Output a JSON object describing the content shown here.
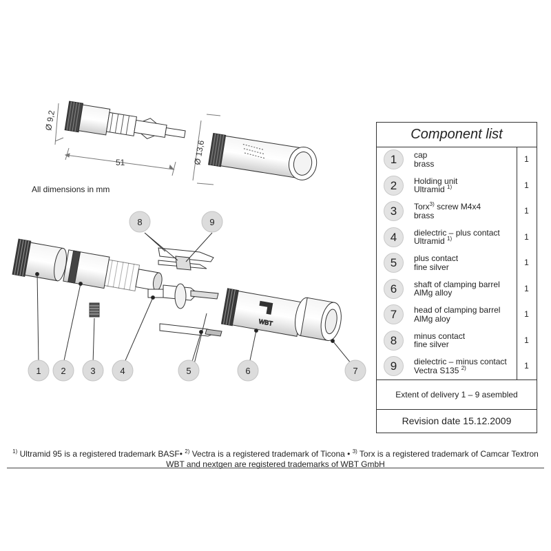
{
  "dimensions": {
    "note": "All dimensions in mm",
    "diameter_small": "Ø 9,2",
    "length": "51",
    "diameter_large": "Ø 13,6"
  },
  "callouts": [
    "1",
    "2",
    "3",
    "4",
    "5",
    "6",
    "7",
    "8",
    "9"
  ],
  "component_list": {
    "title": "Component list",
    "items": [
      {
        "num": "1",
        "line1": "cap",
        "sup1": "",
        "line2": "brass",
        "sup2": "",
        "qty": "1"
      },
      {
        "num": "2",
        "line1": "Holding unit",
        "sup1": "",
        "line2": "Ultramid",
        "sup2": "1)",
        "qty": "1"
      },
      {
        "num": "3",
        "line1": "Torx",
        "sup1": "3)",
        "line1b": " screw M4x4",
        "line2": "brass",
        "sup2": "",
        "qty": "1"
      },
      {
        "num": "4",
        "line1": "dielectric – plus contact",
        "sup1": "",
        "line2": "Ultramid",
        "sup2": "1)",
        "qty": "1"
      },
      {
        "num": "5",
        "line1": "plus contact",
        "sup1": "",
        "line2": "fine silver",
        "sup2": "",
        "qty": "1"
      },
      {
        "num": "6",
        "line1": "shaft of clamping barrel",
        "sup1": "",
        "line2": "AlMg alloy",
        "sup2": "",
        "qty": "1"
      },
      {
        "num": "7",
        "line1": "head of clamping barrel",
        "sup1": "",
        "line2": "AlMg aloy",
        "sup2": "",
        "qty": "1"
      },
      {
        "num": "8",
        "line1": "minus contact",
        "sup1": "",
        "line2": "fine silver",
        "sup2": "",
        "qty": "1"
      },
      {
        "num": "9",
        "line1": "dielectric – minus contact",
        "sup1": "",
        "line2": "Vectra S135",
        "sup2": "2)",
        "qty": "1"
      }
    ],
    "extent": "Extent of delivery 1 – 9 asembled",
    "revision": "Revision date 15.12.2009"
  },
  "footnotes": {
    "s1": "1)",
    "t1": " Ultramid 95 is a registered trademark BASF• ",
    "s2": "2)",
    "t2": " Vectra is a registered trademark of Ticona • ",
    "s3": "3)",
    "t3": " Torx is a registered trademark of Camcar Textron",
    "line2": "WBT and nextgen are registered trademarks of WBT GmbH"
  },
  "product_marking": "WBT",
  "colors": {
    "line": "#333333",
    "badge": "#e3e3e3",
    "callout": "#dcdcdc"
  }
}
